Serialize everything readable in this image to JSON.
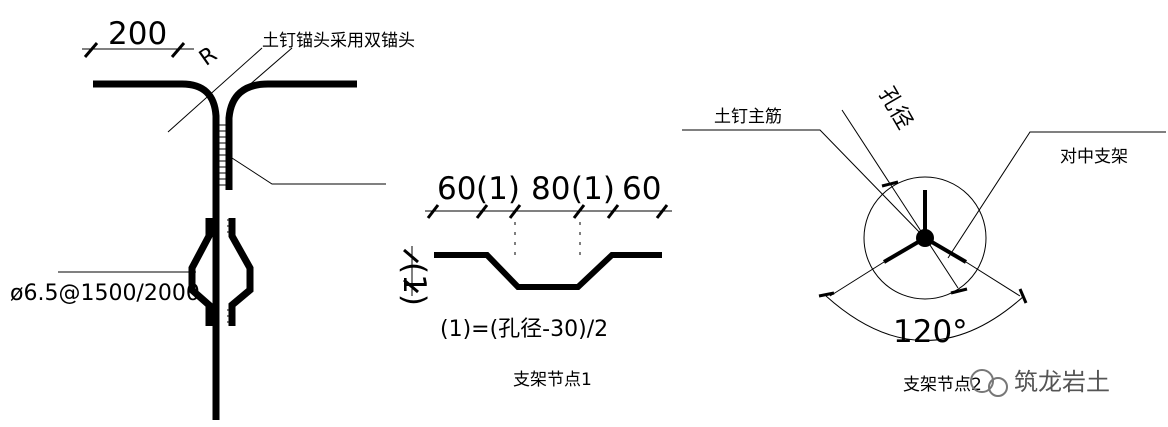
{
  "detail1": {
    "dim_200": "200",
    "radius_mark": "R",
    "anchor_note": "土钉锚头采用双锚头",
    "rebar_spec": "ø6.5@1500/2000"
  },
  "detail2": {
    "dims": [
      "60",
      "(1)",
      "80",
      "(1)",
      "60"
    ],
    "side_dim": "(1)",
    "formula": "(1)=(孔径-30)/2",
    "caption": "支架节点1"
  },
  "detail3": {
    "main_bar_label": "土钉主筋",
    "hole_label": "孔径",
    "centering_label": "对中支架",
    "angle": "120°",
    "caption": "支架节点2"
  },
  "watermark": {
    "text": "筑龙岩土"
  }
}
